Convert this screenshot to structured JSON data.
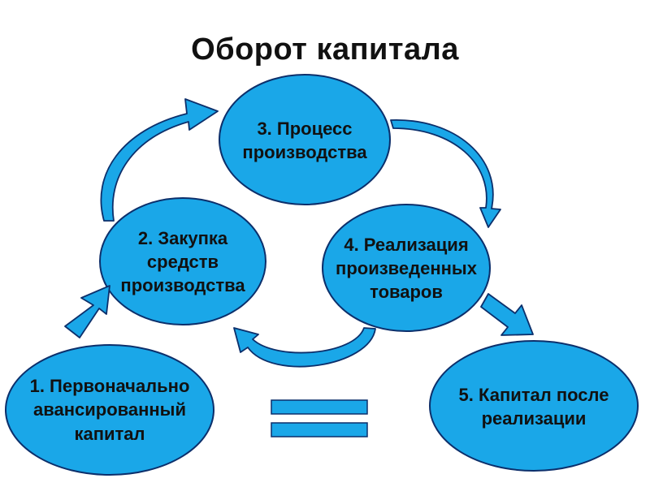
{
  "title": "Оборот капитала",
  "nodes": {
    "n1": {
      "label": "1. Первоначально\nавансированный\nкапитал"
    },
    "n2": {
      "label": "2. Закупка\nсредств\nпроизводства"
    },
    "n3": {
      "label": "3. Процесс\nпроизводства"
    },
    "n4": {
      "label": "4. Реализация\nпроизведенных\nтоваров"
    },
    "n5": {
      "label": "5. Капитал после\nреализации"
    }
  },
  "colors": {
    "node_fill": "#1aa7e8",
    "outline": "#0c2f6b"
  }
}
